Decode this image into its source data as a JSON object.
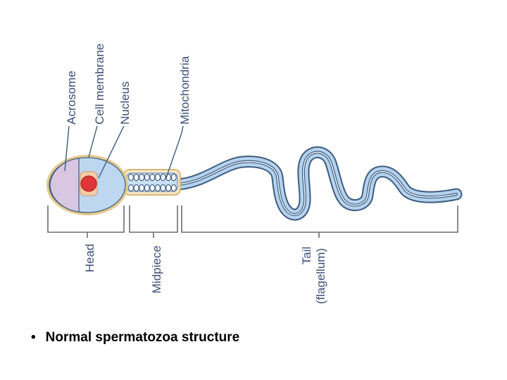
{
  "diagram": {
    "labels": {
      "acrosome": "Acrosome",
      "cell_membrane": "Cell membrane",
      "nucleus": "Nucleus",
      "mitochondria": "Mitochondria",
      "head": "Head",
      "midpiece": "Midpiece",
      "tail_line1": "Tail",
      "tail_line2": "(flagellum)"
    },
    "colors": {
      "label_text": "#3c4f78",
      "head_fill": "#bcd7ef",
      "head_outline": "#e3c88d",
      "acrosome_fill": "#d9c7e2",
      "nucleus_fill": "#f6cca6",
      "chromatin_fill": "#e0363a",
      "tail_fill": "#b6d3ee",
      "tail_stroke": "#3e5c80",
      "bracket": "#6d6d6d"
    }
  },
  "caption": {
    "bullet": "•",
    "text": "Normal spermatozoa structure"
  }
}
